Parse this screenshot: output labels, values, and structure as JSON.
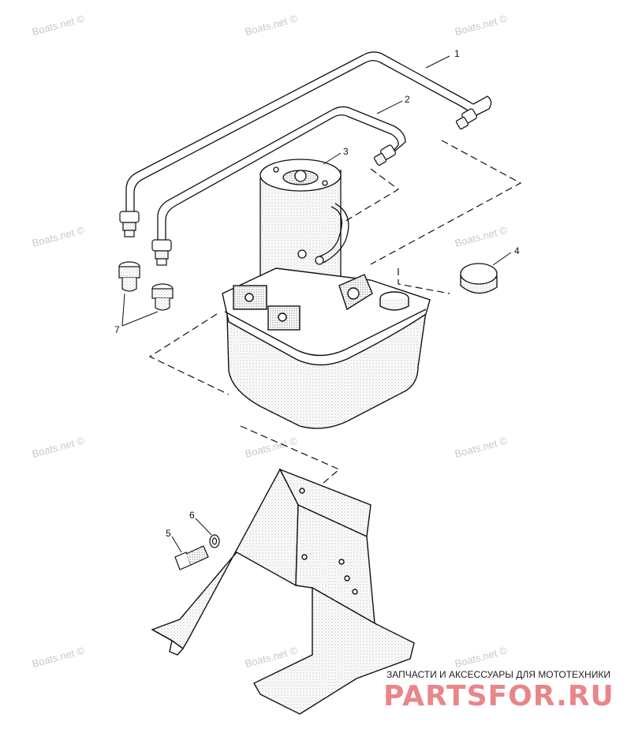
{
  "callouts": {
    "c1": "1",
    "c2": "2",
    "c3": "3",
    "c4": "4",
    "c5": "5",
    "c6": "6",
    "c7": "7"
  },
  "watermark": "Boats.net ©",
  "promo": {
    "tagline": "ЗАПЧАСТИ И АКСЕССУАРЫ ДЛЯ МОТОТЕХНИКИ",
    "brand": "PARTSFOR.RU"
  },
  "colors": {
    "line": "#111111",
    "watermark": "#c8c8c8",
    "brand": "#e8868a"
  }
}
